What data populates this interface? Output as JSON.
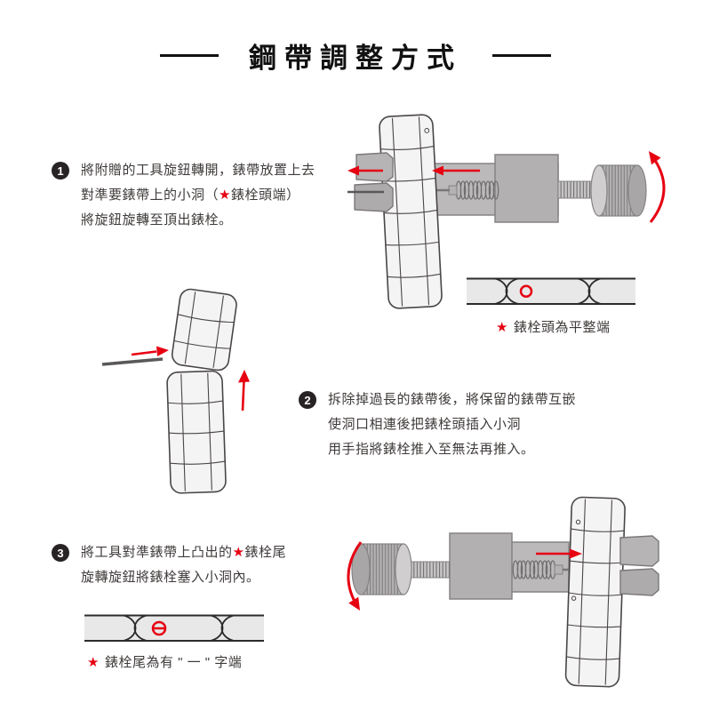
{
  "title": "鋼帶調整方式",
  "colors": {
    "accent_red": "#e60012",
    "text": "#3f3b3a",
    "badge_bg": "#272324",
    "tool_gray": "#b7b4b5",
    "band_fill": "#f5f4f4",
    "strip_fill": "#e8e8e8"
  },
  "steps": [
    {
      "number": "1",
      "lines": [
        {
          "pre": "將附贈的工具旋鈕轉開，錶帶放置上去",
          "star": "",
          "post": ""
        },
        {
          "pre": "對準要錶帶上的小洞（",
          "star": "★",
          "post": "錶栓頭端）"
        },
        {
          "pre": "將旋鈕旋轉至頂出錶栓。",
          "star": "",
          "post": ""
        }
      ]
    },
    {
      "number": "2",
      "lines": [
        {
          "pre": "拆除掉過長的錶帶後，將保留的錶帶互嵌",
          "star": "",
          "post": ""
        },
        {
          "pre": "使洞口相連後把錶栓頭插入小洞",
          "star": "",
          "post": ""
        },
        {
          "pre": "用手指將錶栓推入至無法再推入。",
          "star": "",
          "post": ""
        }
      ]
    },
    {
      "number": "3",
      "lines": [
        {
          "pre": "將工具對準錶帶上凸出的",
          "star": "★",
          "post": "錶栓尾"
        },
        {
          "pre": "旋轉旋鈕將錶栓塞入小洞內。",
          "star": "",
          "post": ""
        }
      ]
    }
  ],
  "captions": [
    {
      "star": "★",
      "text": "錶栓頭為平整端"
    },
    {
      "star": "★",
      "text": "錶栓尾為有 \" 一 \" 字端"
    }
  ],
  "markers": {
    "pin_head": "○",
    "pin_tail": "Θ"
  }
}
